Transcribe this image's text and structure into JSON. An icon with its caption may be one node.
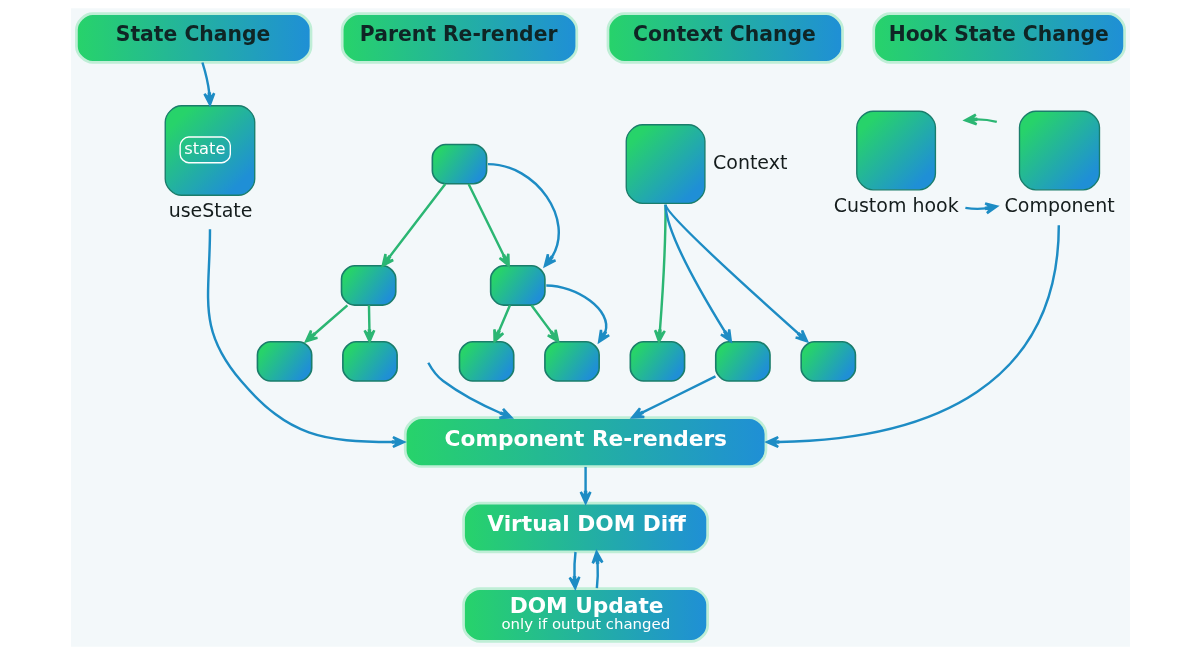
{
  "diagram": {
    "nodes": [
      {
        "text": [
          "State Change"
        ]
      },
      {
        "text": [
          "Parent Re-render"
        ]
      },
      {
        "text": [
          "Context Change"
        ]
      },
      {
        "text": [
          "Hook State Change"
        ]
      },
      {
        "text": [
          "state"
        ],
        "beside": [
          "useState"
        ]
      },
      {
        "text": [],
        "shape": "box"
      },
      {
        "text": [],
        "shape": "box",
        "beside": [
          "Context"
        ]
      },
      {
        "text": [],
        "shape": "box",
        "beside": [
          "Custom hook"
        ]
      },
      {
        "text": [],
        "shape": "box",
        "beside": [
          "Component"
        ]
      },
      {
        "text": [],
        "shape": "box"
      },
      {
        "text": [],
        "shape": "box"
      },
      {
        "text": [],
        "shape": "box"
      },
      {
        "text": [],
        "shape": "box"
      },
      {
        "text": [],
        "shape": "box"
      },
      {
        "text": [],
        "shape": "box"
      },
      {
        "text": [],
        "shape": "box"
      },
      {
        "text": [],
        "shape": "box"
      },
      {
        "text": [],
        "shape": "box"
      },
      {
        "text": [
          "Component Re-renders"
        ]
      },
      {
        "text": [
          "Virtual DOM Diff"
        ]
      },
      {
        "text": [
          "DOM Update",
          "only if output changed"
        ]
      }
    ],
    "edges": [
      {
        "from": 0,
        "to": 4,
        "arrow": "to"
      },
      {
        "from": 5,
        "to": 9,
        "arrow": "to",
        "color": "#2bb673"
      },
      {
        "from": 5,
        "to": 10,
        "arrow": "to",
        "color": "#2bb673"
      },
      {
        "from": 9,
        "to": 11,
        "arrow": "to",
        "color": "#2bb673"
      },
      {
        "from": 9,
        "to": 12,
        "arrow": "to",
        "color": "#2bb673"
      },
      {
        "from": 10,
        "to": 13,
        "arrow": "to",
        "color": "#2bb673"
      },
      {
        "from": 10,
        "to": 14,
        "arrow": "to",
        "color": "#2bb673"
      },
      {
        "from": 5,
        "to": 10,
        "arrow": "to"
      },
      {
        "from": 10,
        "to": 14,
        "arrow": "to"
      },
      {
        "from": 6,
        "to": 15,
        "arrow": "to",
        "color": "#2bb673"
      },
      {
        "from": 6,
        "to": 16,
        "arrow": "to"
      },
      {
        "from": 6,
        "to": 17,
        "arrow": "to"
      },
      {
        "from": 7,
        "to": 8,
        "arrow": "to"
      },
      {
        "from": 8,
        "to": 7,
        "arrow": "to",
        "color": "#2bb673"
      },
      {
        "from": 4,
        "to": 18,
        "arrow": "to"
      },
      {
        "from": null,
        "to": 18,
        "arrow": "to"
      },
      {
        "from": 16,
        "to": 18,
        "arrow": "to"
      },
      {
        "from": 8,
        "to": 18,
        "arrow": "to"
      },
      {
        "from": 18,
        "to": 19,
        "arrow": "to"
      },
      {
        "from": 19,
        "to": 20,
        "arrow": "to"
      },
      {
        "from": 20,
        "to": 19,
        "arrow": "to"
      }
    ]
  }
}
